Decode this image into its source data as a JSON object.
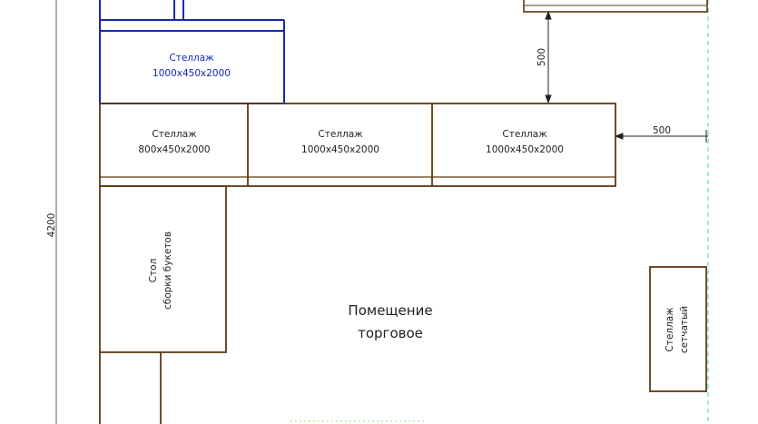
{
  "colors": {
    "wall": "#5c3a12",
    "selected": "#1428b4",
    "dim": "#222222",
    "guide": "#56c6d8",
    "text": "#222222",
    "hint": "#9be07a"
  },
  "room": {
    "title_line1": "Помещение",
    "title_line2": "торговое",
    "height_dim": "4200"
  },
  "shelves": {
    "blue": {
      "line1": "Стеллаж",
      "line2": "1000x450x2000"
    },
    "s1": {
      "line1": "Стеллаж",
      "line2": "800x450x2000"
    },
    "s2": {
      "line1": "Стеллаж",
      "line2": "1000x450x2000"
    },
    "s3": {
      "line1": "Стеллаж",
      "line2": "1000x450x2000"
    }
  },
  "table": {
    "line1": "Стол",
    "line2": "сборки букетов"
  },
  "mesh_rack": {
    "line1": "Стеллаж",
    "line2": "сетчатый"
  },
  "dimensions": {
    "vertical": "500",
    "horizontal": "500"
  }
}
